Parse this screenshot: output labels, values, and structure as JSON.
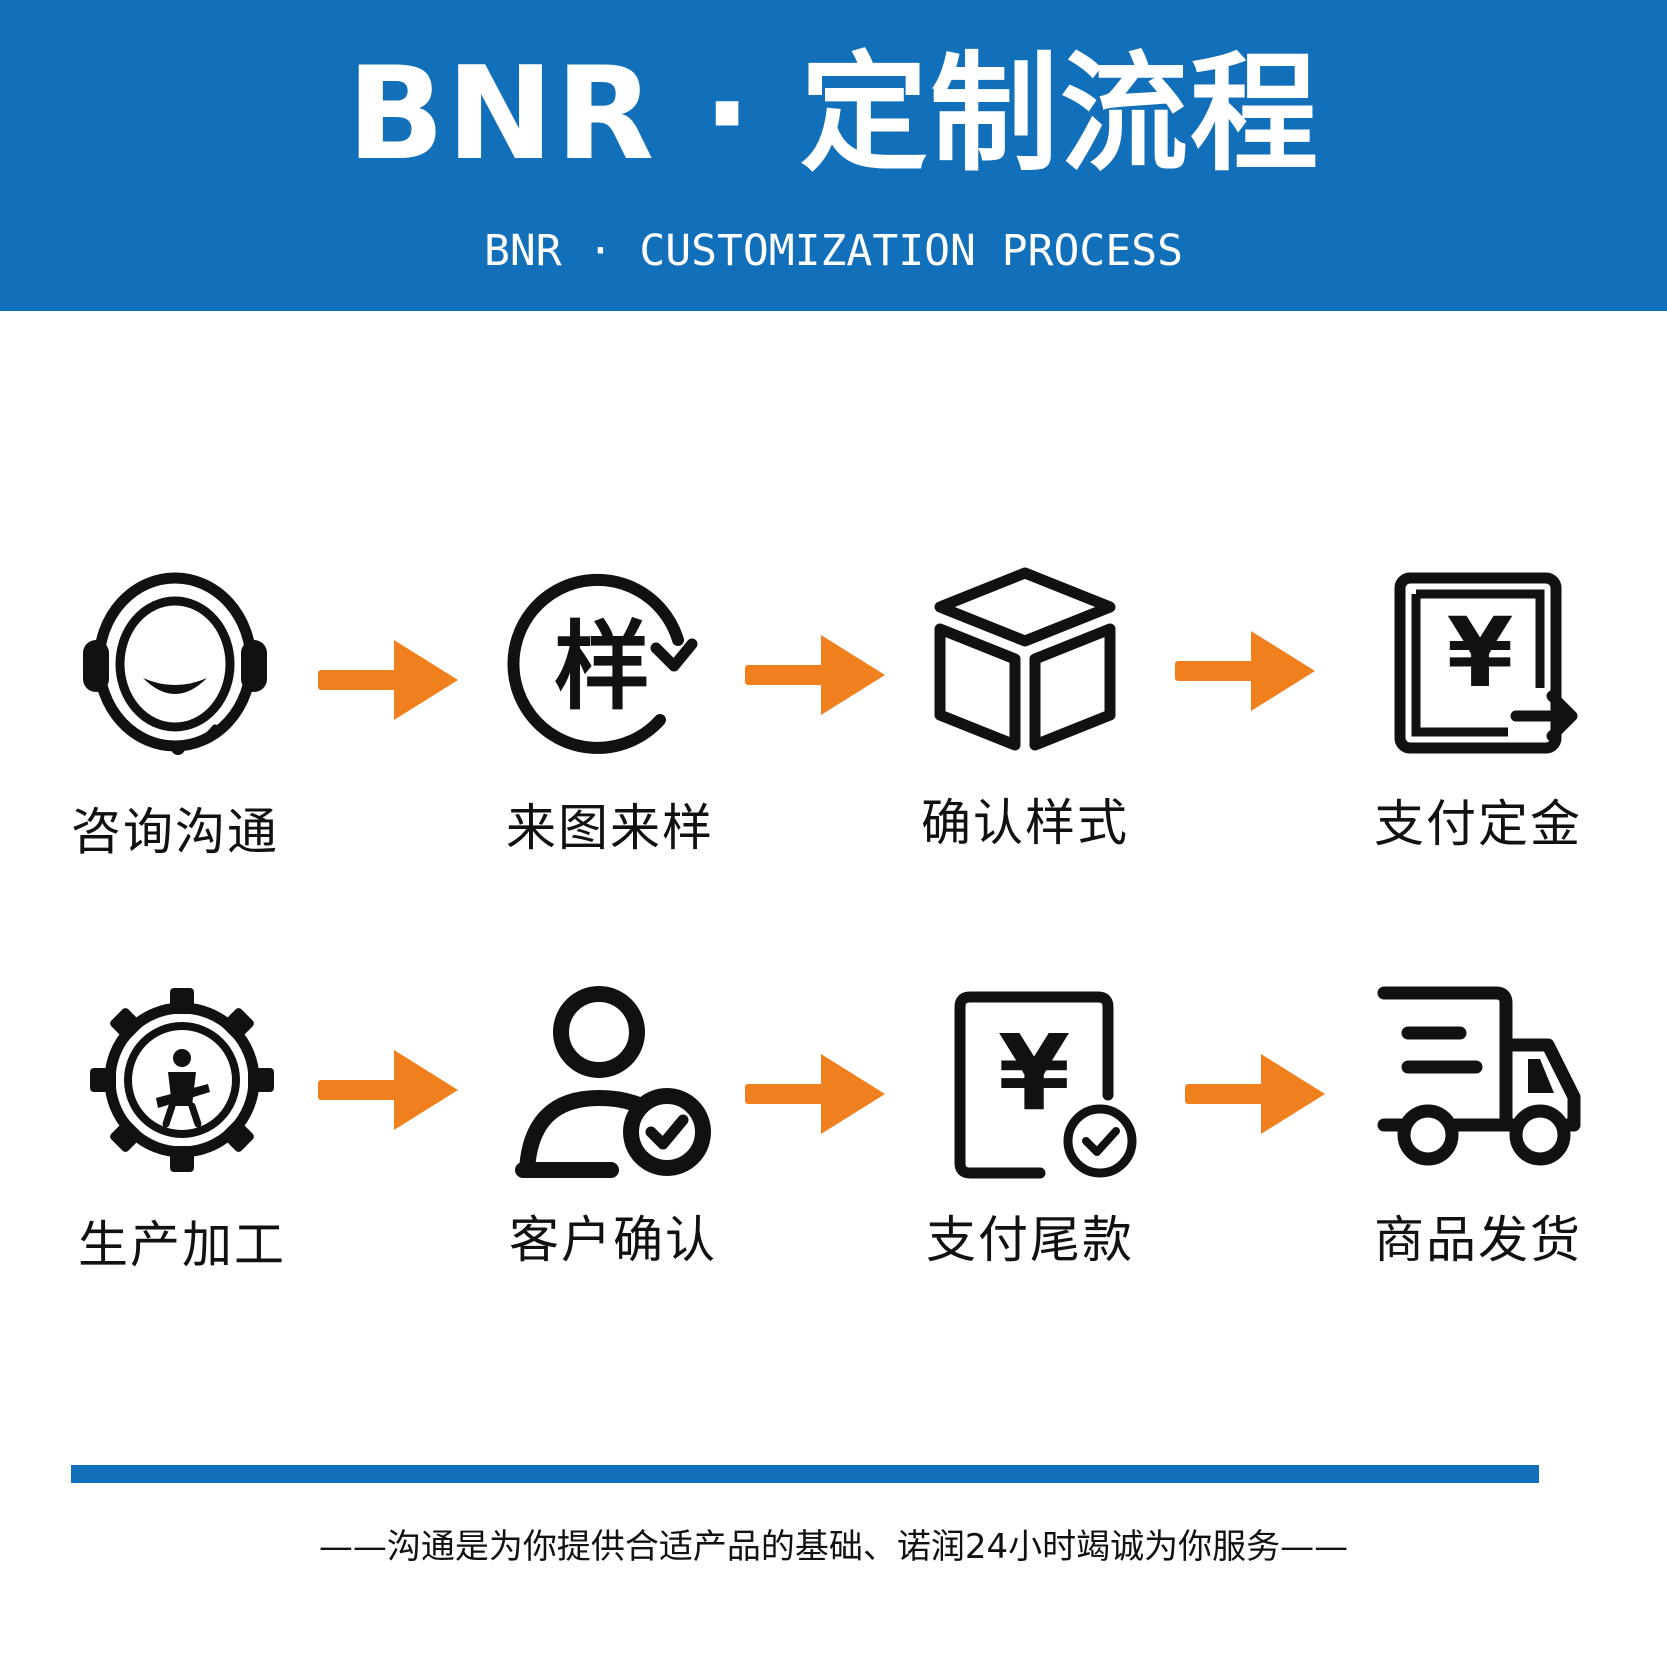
{
  "header": {
    "title": "BNR · 定制流程",
    "subtitle": "BNR · CUSTOMIZATION PROCESS"
  },
  "steps": [
    {
      "label": "咨询沟通",
      "icon": "headset-icon"
    },
    {
      "label": "来图来样",
      "icon": "sample-refresh-icon",
      "glyph": "样"
    },
    {
      "label": "确认样式",
      "icon": "box-icon"
    },
    {
      "label": "支付定金",
      "icon": "yuan-payment-icon",
      "glyph": "¥"
    },
    {
      "label": "生产加工",
      "icon": "gear-worker-icon"
    },
    {
      "label": "客户确认",
      "icon": "user-check-icon"
    },
    {
      "label": "支付尾款",
      "icon": "yuan-check-icon",
      "glyph": "¥"
    },
    {
      "label": "商品发货",
      "icon": "delivery-truck-icon"
    }
  ],
  "colors": {
    "header_bg": "#1270ba",
    "arrow": "#f0801e",
    "icon": "#111111"
  },
  "footer": {
    "slogan": "——沟通是为你提供合适产品的基础、诺润24小时竭诚为你服务——"
  }
}
